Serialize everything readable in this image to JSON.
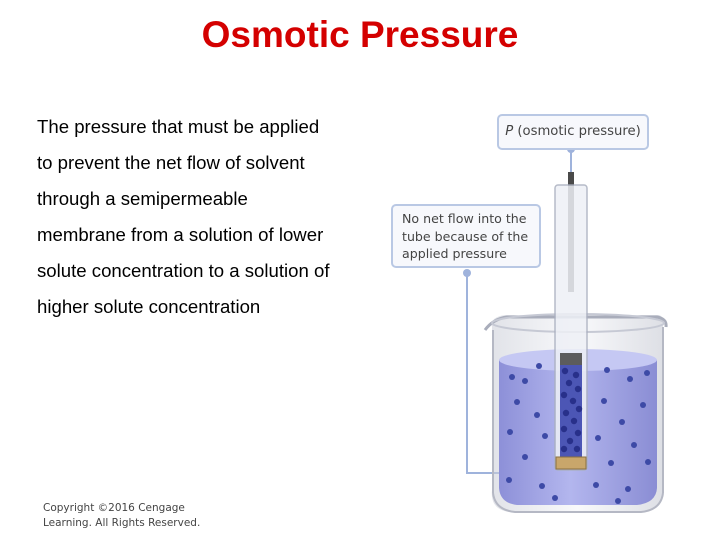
{
  "slide": {
    "title": "Osmotic Pressure",
    "body_lines": [
      "The pressure that must be applied",
      "to prevent the net flow of solvent",
      "through a semipermeable",
      "membrane from a solution of lower",
      "solute concentration to a solution of",
      "higher solute concentration"
    ],
    "copyright_lines": [
      "Copyright ©2016 Cengage",
      "Learning. All Rights Reserved."
    ]
  },
  "figure": {
    "pressure_label_symbol": "P",
    "pressure_label_text": " (osmotic pressure)",
    "flow_label_lines": [
      "No net flow into the",
      "tube because of the",
      "applied pressure"
    ],
    "colors": {
      "solution": "#a6a9e6",
      "particle": "#3d4aa6",
      "callout_border": "#b9c8e4",
      "title": "#d40000"
    }
  }
}
